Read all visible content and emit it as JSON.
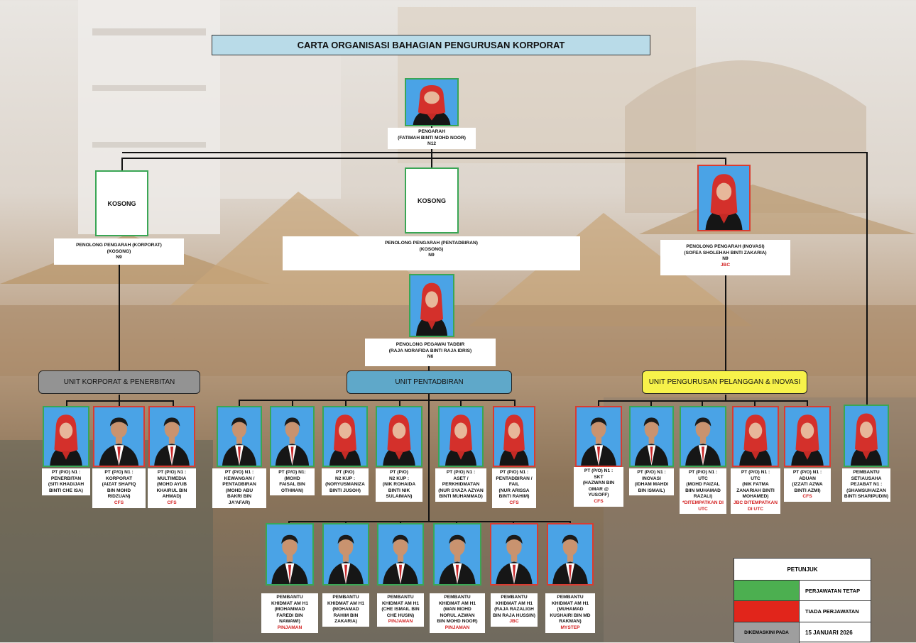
{
  "title": "CARTA ORGANISASI BAHAGIAN PENGURUSAN KORPORAT",
  "colors": {
    "filled": "#3aa655",
    "vacant": "#d93c31",
    "title_bg": "#b9dbe8"
  },
  "director": {
    "lines": [
      "PENGARAH",
      "(FATIMAH BINTI MOHD NOOR)",
      "N12"
    ]
  },
  "vacant_text": "KOSONG",
  "assistant_directors": [
    {
      "lines": [
        "PENOLONG PENGARAH (KORPORAT)",
        "(KOSONG)",
        "N9"
      ]
    },
    {
      "lines": [
        "PENOLONG PENGARAH (PENTADBIRAN)",
        "(KOSONG)",
        "N9"
      ]
    },
    {
      "lines": [
        "PENOLONG PENGARAH (INOVASI)",
        "(SOFEA SHOLEHAH BINTI ZAKARIA)",
        "N9"
      ],
      "note": "JBC"
    }
  ],
  "admin_officer": {
    "lines": [
      "PENOLONG PEGAWAI TADBIR",
      "(RAJA NORAFIDA BINTI RAJA IDRIS)",
      "N6"
    ]
  },
  "units": [
    "UNIT KORPORAT & PENERBITAN",
    "UNIT PENTADBIRAN",
    "UNIT PENGURUSAN PELANGGAN & INOVASI"
  ],
  "staff_row1": [
    {
      "lines": [
        "PT (P/O) N1 :",
        "PENERBITAN",
        "(SITI KHADIJAH",
        "BINTI CHE ISA)"
      ],
      "note": ""
    },
    {
      "lines": [
        "PT (P/O) N1 :",
        "KORPORAT",
        "(AIZAT SHAFIQ",
        "BIN MOHD",
        "RIDZUAN)"
      ],
      "note": "CFS"
    },
    {
      "lines": [
        "PT (P/O) N1 :",
        "MULTIMEDIA",
        "(MOHD AYUB",
        "KHAIRUL  BIN",
        "AHMAD)"
      ],
      "note": "CFS"
    },
    {
      "lines": [
        "PT (P/O) N1 :",
        "KEWANGAN /",
        "PENTADBIRAN",
        "(MOHD ABU",
        "BAKRI BIN",
        "JA'AFAR)"
      ],
      "note": ""
    },
    {
      "lines": [
        "PT (P/O) N1:",
        "(MOHD",
        "FAISAL BIN",
        "OTHMAN)"
      ],
      "note": ""
    },
    {
      "lines": [
        "PT (P/O)",
        "N2 KUP :",
        "(NORYUSMANIZA",
        "BINTI JUSOH)"
      ],
      "note": ""
    },
    {
      "lines": [
        "PT (P/O)",
        "N2 KUP :",
        "(NIK ROHAIDA",
        "BINTI NIK",
        "SULAIMAN)"
      ],
      "note": ""
    },
    {
      "lines": [
        "PT (P/O) N1 :",
        "ASET /",
        "PERKHIDMATAN",
        "(NUR SYAZA AZYAN",
        "BINTI MUHAMMAD)"
      ],
      "note": ""
    },
    {
      "lines": [
        "PT (P/O) N1 :",
        "PENTADBIRAN /",
        "FAIL",
        "(NUR ARISSA",
        "BINTI RAHIM)"
      ],
      "note": "CFS"
    },
    {
      "lines": [
        "PT (P/O) N1 :",
        "SKT",
        "(HAZWAN BIN",
        "OMAR @",
        "YUSOFF)"
      ],
      "note": "CFS"
    },
    {
      "lines": [
        "PT (P/O) N1 :",
        "INOVASI",
        "(IDHAM MAHDI",
        "BIN ISMAIL)"
      ],
      "note": ""
    },
    {
      "lines": [
        "PT (P/O) N1 :",
        "UTC",
        "(MOHD FAIZAL",
        "BIIN MUHAMAD",
        "RAZALI)"
      ],
      "note": "*DITEMPATKAN DI UTC"
    },
    {
      "lines": [
        "PT (P/O) N1 :",
        "UTC",
        "(NIK FATMA",
        "ZANARIAH BINTI",
        "MOHAMED)"
      ],
      "note": "JBC DITEMPATKAN DI UTC"
    },
    {
      "lines": [
        "PT (P/O) N1 :",
        "ADUAN",
        "(IZZATI AZWA",
        "BINTI AZMI)"
      ],
      "note": "CFS"
    },
    {
      "lines": [
        "PEMBANTU",
        "SETIAUSAHA",
        "PEJABAT N1 :",
        "(SHAMSUHAIZAN",
        "BINTI SHARIPUDIN)"
      ],
      "note": ""
    }
  ],
  "staff_row2": [
    {
      "lines": [
        "PEMBANTU",
        "KHIDMAT AM H1",
        "(MOHAMMAD",
        "FAREDI BIN",
        "NAWAWI)"
      ],
      "note": "PINJAMAN"
    },
    {
      "lines": [
        "PEMBANTU",
        "KHIDMAT AM  H1",
        "(MOHAMAD",
        "RAHIM BIN",
        "ZAKARIA)"
      ],
      "note": ""
    },
    {
      "lines": [
        "PEMBANTU",
        "KHIDMAT AM  H1",
        "(CHE ISMAIL BIN",
        "CHE HUSIN)"
      ],
      "note": "PINJAMAN"
    },
    {
      "lines": [
        "PEMBANTU",
        "KHIDMAT AM H1",
        "(WAN MOHD",
        "NORUL AZWAN",
        "BIN MOHD NOOR)"
      ],
      "note": "PINJAMAN"
    },
    {
      "lines": [
        "PEMBANTU",
        "KHIDMAT AM H1",
        "(RAJA RAZALIGH",
        "BIN RAJA HUSSIN)"
      ],
      "note": "JBC"
    },
    {
      "lines": [
        "PEMBANTU",
        "KHIDMAT AM H1",
        "(MUHAMAD",
        "KUSHAIRI BIN MD",
        "RAKMAN)"
      ],
      "note": "MYSTEP"
    }
  ],
  "legend": {
    "heading": "PETUNJUK",
    "filled": "PERJAWATAN TETAP",
    "vacant": "TIADA PERJAWATAN",
    "updated_label": "DIKEMASKINI PADA",
    "updated_date": "15 JANUARI 2026"
  }
}
